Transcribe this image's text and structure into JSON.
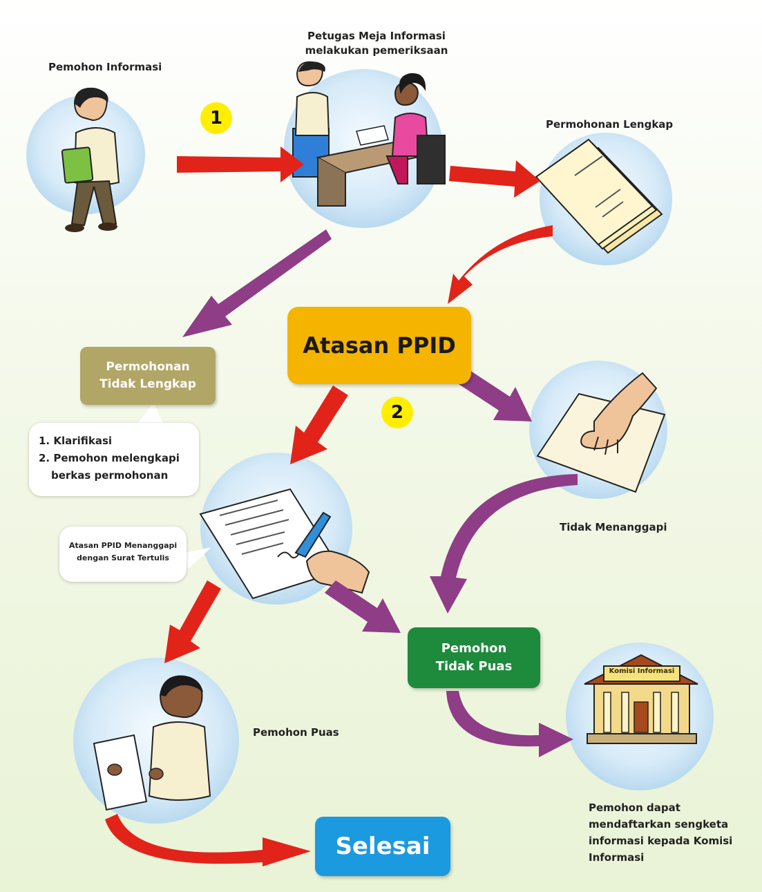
{
  "colors": {
    "red_arrow": "#e2231a",
    "purple_arrow": "#8e3d86",
    "atasan_box": "#f5b400",
    "tidak_lengkap_box": "#b1a665",
    "tidak_puas_box": "#1e8a3c",
    "selesai_box": "#1c9ae0",
    "circle": "#cfe5f5",
    "badge": "#ffee00"
  },
  "steps": {
    "pemohon_informasi": "Pemohon  Informasi",
    "petugas_line1": "Petugas Meja Informasi",
    "petugas_line2": "melakukan pemeriksaan",
    "permohonan_lengkap": "Permohonan Lengkap",
    "atasan_ppid": "Atasan PPID",
    "tidak_lengkap_line1": "Permohonan",
    "tidak_lengkap_line2": "Tidak Lengkap",
    "klarifikasi_1": "1. Klarifikasi",
    "klarifikasi_2": "2. Pemohon melengkapi",
    "klarifikasi_3": "berkas permohonan",
    "menanggapi_line1": "Atasan PPID Menanggapi",
    "menanggapi_line2": "dengan Surat Tertulis",
    "tidak_menanggapi": "Tidak Menanggapi",
    "tidak_puas_line1": "Pemohon",
    "tidak_puas_line2": "Tidak Puas",
    "pemohon_puas": "Pemohon Puas",
    "komisi_sign": "Komisi Informasi",
    "sengketa_1": "Pemohon dapat",
    "sengketa_2": "mendaftarkan sengketa",
    "sengketa_3": "informasi kepada Komisi",
    "sengketa_4": "Informasi",
    "selesai": "Selesai"
  },
  "badges": {
    "one": "1",
    "two": "2"
  },
  "icons": [
    "person-walking-icon",
    "desk-meeting-icon",
    "document-stack-icon",
    "hand-on-paper-icon",
    "signing-letter-icon",
    "person-reading-icon",
    "komisi-building-icon"
  ]
}
